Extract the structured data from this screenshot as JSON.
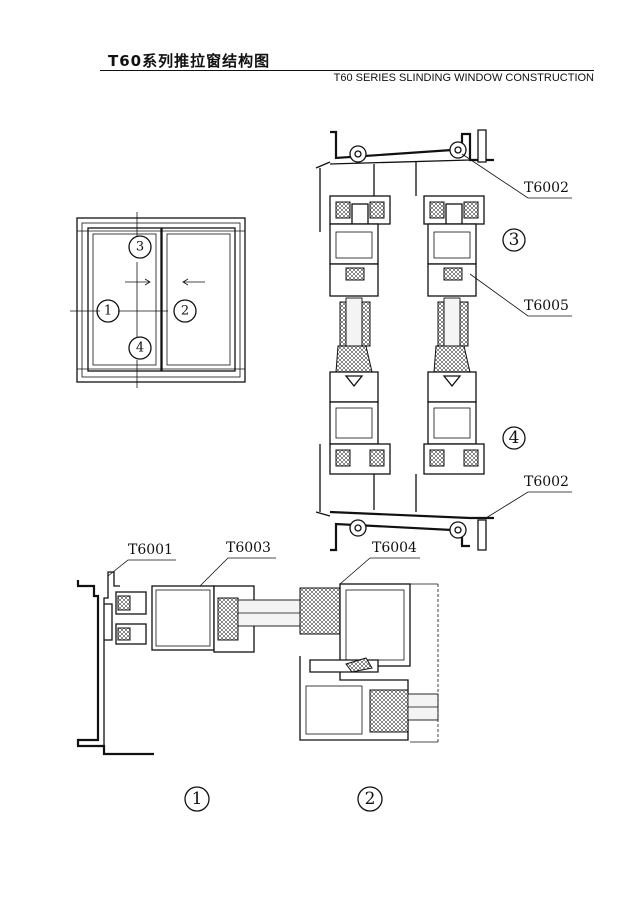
{
  "header": {
    "title_cn": "T60系列推拉窗结构图",
    "title_en": "T60 SERIES SLINDING WINDOW CONSTRUCTION"
  },
  "section_markers": {
    "m1": "1",
    "m2": "2",
    "m3": "3",
    "m4": "4"
  },
  "part_labels": {
    "t6001": "T6001",
    "t6002_top": "T6002",
    "t6002_bottom": "T6002",
    "t6003": "T6003",
    "t6004": "T6004",
    "t6005": "T6005"
  }
}
